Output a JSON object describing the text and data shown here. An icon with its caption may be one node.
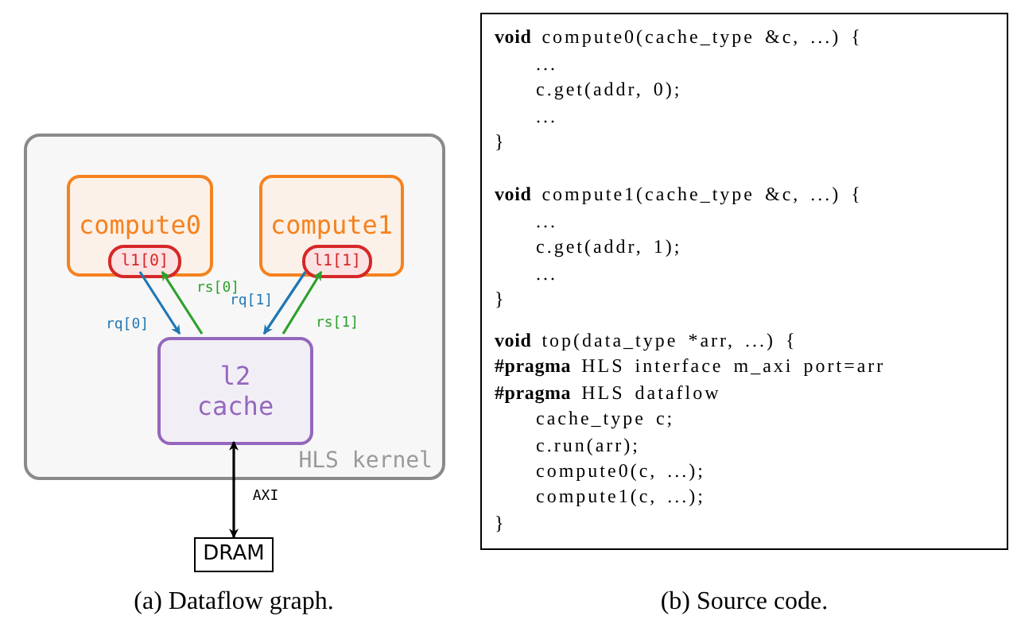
{
  "diagram": {
    "nodes": [
      {
        "text": [
          "HLS kernel"
        ]
      },
      {
        "text": [
          "compute0"
        ],
        "in": 0
      },
      {
        "text": [
          "l1[0]"
        ],
        "in": 1
      },
      {
        "text": [
          "compute1"
        ],
        "in": 0
      },
      {
        "text": [
          "l1[1]"
        ],
        "in": 3
      },
      {
        "text": [
          "l2 cache"
        ],
        "in": 0
      },
      {
        "text": [
          "DRAM"
        ]
      }
    ],
    "edges": [
      {
        "from": 2,
        "to": 5,
        "arrow": "to",
        "label": "rq[0]",
        "color": "#1f77b4"
      },
      {
        "from": 5,
        "to": 2,
        "arrow": "to",
        "label": "rs[0]",
        "color": "#2ca02c"
      },
      {
        "from": 4,
        "to": 5,
        "arrow": "to",
        "label": "rq[1]",
        "color": "#1f77b4"
      },
      {
        "from": 5,
        "to": 4,
        "arrow": "to",
        "label": "rs[1]",
        "color": "#2ca02c"
      },
      {
        "from": 5,
        "to": 6,
        "arrow": "both",
        "label": "AXI",
        "color": "#000000"
      }
    ],
    "labels": [
      "**void** compute0(cache_type &c, ...) {",
      "...",
      "c.get(addr, 0);",
      "...",
      "}",
      "**void** compute1(cache_type &c, ...) {",
      "...",
      "c.get(addr, 1);",
      "...",
      "}",
      "**void** top(data_type *arr, ...) {",
      "**#pragma** HLS interface m_axi port=arr",
      "**#pragma** HLS dataflow",
      "cache_type c;",
      "c.run(arr);",
      "compute0(c, ...);",
      "compute1(c, ...);",
      "}",
      "(a) Dataflow graph.",
      "(b) Source code."
    ]
  }
}
